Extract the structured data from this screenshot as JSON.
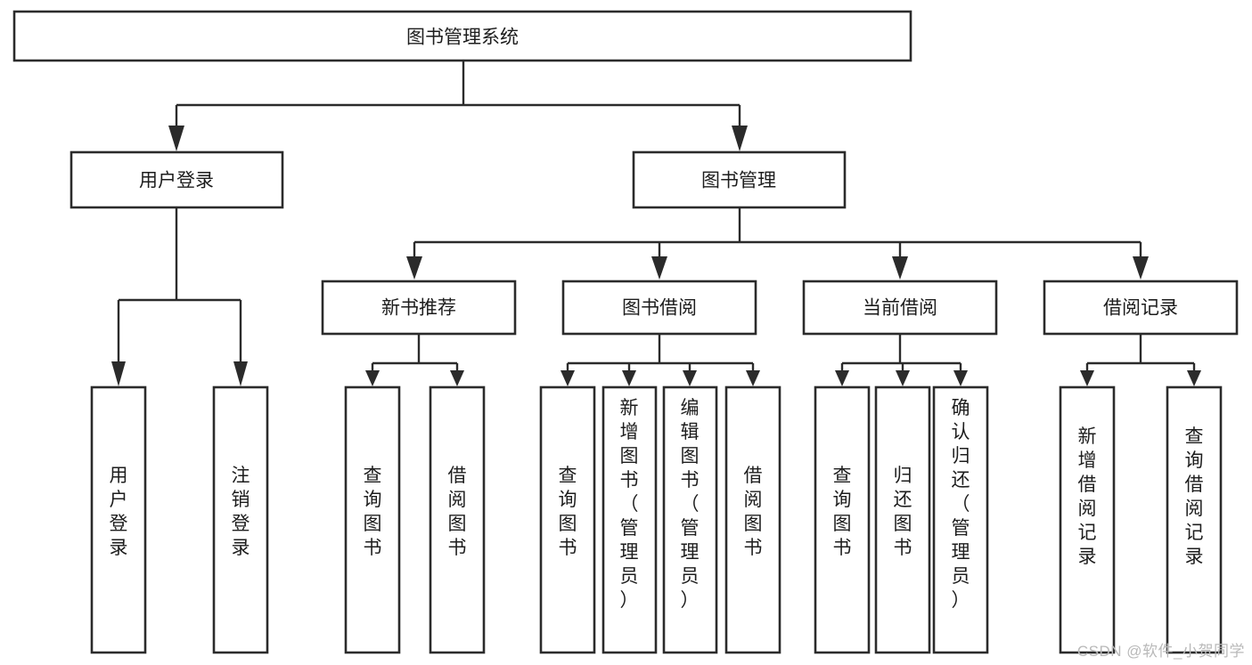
{
  "diagram": {
    "title": "图书管理系统",
    "watermark": "CSDN @软件_小贺同学",
    "level1": [
      {
        "id": "user-login",
        "label": "用户登录"
      },
      {
        "id": "book-manage",
        "label": "图书管理"
      }
    ],
    "level2": [
      {
        "id": "new-book-recommend",
        "label": "新书推荐"
      },
      {
        "id": "book-borrow",
        "label": "图书借阅"
      },
      {
        "id": "current-borrow",
        "label": "当前借阅"
      },
      {
        "id": "borrow-record",
        "label": "借阅记录"
      }
    ],
    "leaves": [
      {
        "id": "leaf-user-login",
        "label": "用户登录",
        "parent": "user-login"
      },
      {
        "id": "leaf-logout-login",
        "label": "注销登录",
        "parent": "user-login"
      },
      {
        "id": "leaf-query-book-1",
        "label": "查询图书",
        "parent": "new-book-recommend"
      },
      {
        "id": "leaf-borrow-book-1",
        "label": "借阅图书",
        "parent": "new-book-recommend"
      },
      {
        "id": "leaf-query-book-2",
        "label": "查询图书",
        "parent": "book-borrow"
      },
      {
        "id": "leaf-add-book",
        "label": "新增图书（管理员）",
        "parent": "book-borrow"
      },
      {
        "id": "leaf-edit-book",
        "label": "编辑图书（管理员）",
        "parent": "book-borrow"
      },
      {
        "id": "leaf-borrow-book-2",
        "label": "借阅图书",
        "parent": "book-borrow"
      },
      {
        "id": "leaf-query-book-3",
        "label": "查询图书",
        "parent": "current-borrow"
      },
      {
        "id": "leaf-return-book",
        "label": "归还图书",
        "parent": "current-borrow"
      },
      {
        "id": "leaf-confirm-return",
        "label": "确认归还（管理员）",
        "parent": "current-borrow"
      },
      {
        "id": "leaf-add-record",
        "label": "新增借阅记录",
        "parent": "borrow-record"
      },
      {
        "id": "leaf-query-record",
        "label": "查询借阅记录",
        "parent": "borrow-record"
      }
    ],
    "colors": {
      "stroke": "#2b2b2b",
      "fill": "#ffffff",
      "text": "#1d1d1d",
      "watermark": "#b9b9b9"
    }
  }
}
